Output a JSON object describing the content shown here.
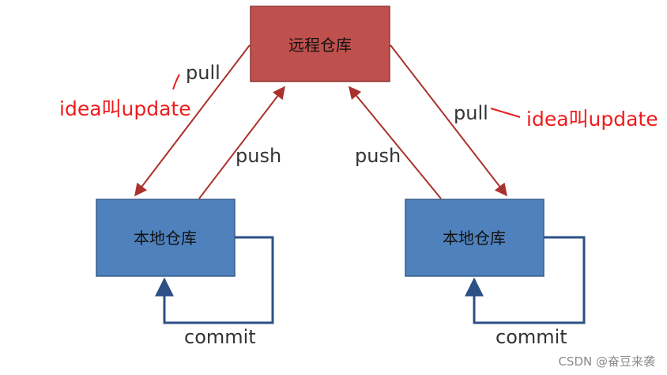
{
  "diagram": {
    "nodes": {
      "remote": "远程仓库",
      "local_left": "本地仓库",
      "local_right": "本地仓库"
    },
    "edges": {
      "left_pull": "pull",
      "left_push": "push",
      "right_push": "push",
      "right_pull": "pull",
      "left_commit": "commit",
      "right_commit": "commit"
    },
    "annotations": {
      "left_update": "idea叫update",
      "right_update": "idea叫update"
    },
    "watermark": "CSDN @奋豆来袭"
  },
  "colors": {
    "remote_fill": "#c0504d",
    "remote_border": "#8c3836",
    "local_fill": "#4f81bd",
    "local_border": "#385d8a",
    "arrow_red": "#a9322e",
    "arrow_blue": "#2c4f86",
    "annotation_red": "#ee1c1c"
  }
}
